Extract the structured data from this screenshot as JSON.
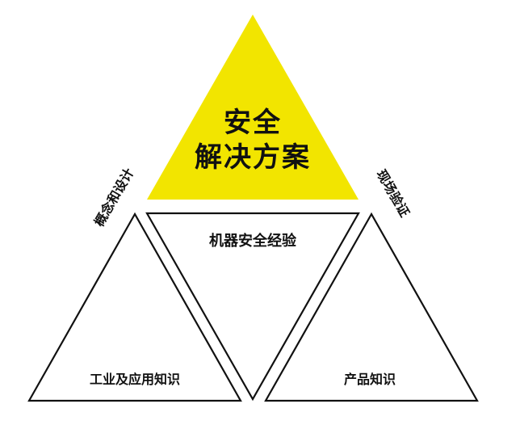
{
  "diagram": {
    "top": {
      "line1": "安全",
      "line2": "解决方案",
      "fill_color": "#f2e500"
    },
    "center": {
      "label": "机器安全经验"
    },
    "left": {
      "label": "工业及应用知识",
      "edge_label": "概念和设计"
    },
    "right": {
      "label": "产品知识",
      "edge_label": "现场验证"
    }
  }
}
